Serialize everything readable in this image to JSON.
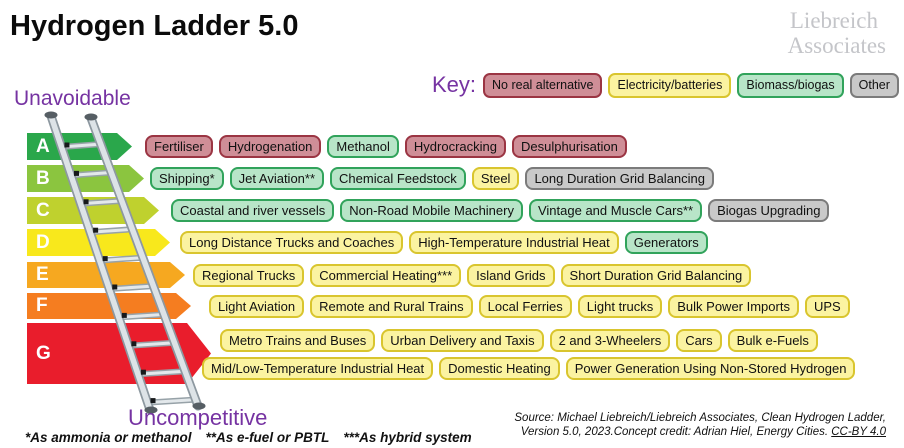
{
  "title": "Hydrogen Ladder 5.0",
  "logo": {
    "line1": "Liebreich",
    "line2": "Associates"
  },
  "key_label": "Key:",
  "colors": {
    "accent_purple": "#7633a2",
    "logo_gray": "#c4c5c9"
  },
  "chart_data": {
    "type": "table",
    "title": "Hydrogen Ladder 5.0",
    "axis": {
      "top_label": "Unavoidable",
      "bottom_label": "Uncompetitive"
    },
    "legend": [
      {
        "label": "No real alternative",
        "category": "no-alternative",
        "color": "#cf8e97",
        "border": "#9b3543"
      },
      {
        "label": "Electricity/batteries",
        "category": "electricity",
        "color": "#fbf3a1",
        "border": "#d9c52e"
      },
      {
        "label": "Biomass/biogas",
        "category": "biomass",
        "color": "#b8e5c8",
        "border": "#31a35b"
      },
      {
        "label": "Other",
        "category": "other",
        "color": "#c9c9c9",
        "border": "#7b7b7b"
      }
    ],
    "rows": [
      {
        "grade": "A",
        "band_color": "#2aa74b",
        "uses": [
          {
            "label": "Fertiliser",
            "category": "no-alternative"
          },
          {
            "label": "Hydrogenation",
            "category": "no-alternative"
          },
          {
            "label": "Methanol",
            "category": "biomass"
          },
          {
            "label": "Hydrocracking",
            "category": "no-alternative"
          },
          {
            "label": "Desulphurisation",
            "category": "no-alternative"
          }
        ]
      },
      {
        "grade": "B",
        "band_color": "#8bc53f",
        "uses": [
          {
            "label": "Shipping*",
            "category": "biomass"
          },
          {
            "label": "Jet Aviation**",
            "category": "biomass"
          },
          {
            "label": "Chemical Feedstock",
            "category": "biomass"
          },
          {
            "label": "Steel",
            "category": "electricity"
          },
          {
            "label": "Long Duration Grid Balancing",
            "category": "other"
          }
        ]
      },
      {
        "grade": "C",
        "band_color": "#bfd12e",
        "uses": [
          {
            "label": "Coastal and river vessels",
            "category": "biomass"
          },
          {
            "label": "Non-Road Mobile Machinery",
            "category": "biomass"
          },
          {
            "label": "Vintage and Muscle Cars**",
            "category": "biomass"
          },
          {
            "label": "Biogas Upgrading",
            "category": "other"
          }
        ]
      },
      {
        "grade": "D",
        "band_color": "#f8e81c",
        "uses": [
          {
            "label": "Long Distance Trucks and Coaches",
            "category": "electricity"
          },
          {
            "label": "High-Temperature Industrial Heat",
            "category": "electricity"
          },
          {
            "label": "Generators",
            "category": "biomass"
          }
        ]
      },
      {
        "grade": "E",
        "band_color": "#f6a820",
        "uses": [
          {
            "label": "Regional Trucks",
            "category": "electricity"
          },
          {
            "label": "Commercial Heating***",
            "category": "electricity"
          },
          {
            "label": "Island Grids",
            "category": "electricity"
          },
          {
            "label": "Short Duration Grid Balancing",
            "category": "electricity"
          }
        ]
      },
      {
        "grade": "F",
        "band_color": "#f57d20",
        "uses": [
          {
            "label": "Light Aviation",
            "category": "electricity"
          },
          {
            "label": "Remote and Rural Trains",
            "category": "electricity"
          },
          {
            "label": "Local Ferries",
            "category": "electricity"
          },
          {
            "label": "Light trucks",
            "category": "electricity"
          },
          {
            "label": "Bulk Power Imports",
            "category": "electricity"
          },
          {
            "label": "UPS",
            "category": "electricity"
          }
        ]
      },
      {
        "grade": "G",
        "band_color": "#e91d2c",
        "uses": [
          {
            "label": "Metro Trains and Buses",
            "category": "electricity"
          },
          {
            "label": "Urban Delivery and Taxis",
            "category": "electricity"
          },
          {
            "label": "2 and 3-Wheelers",
            "category": "electricity"
          },
          {
            "label": "Cars",
            "category": "electricity"
          },
          {
            "label": "Bulk e-Fuels",
            "category": "electricity"
          },
          {
            "label": "Mid/Low-Temperature Industrial Heat",
            "category": "electricity"
          },
          {
            "label": "Domestic Heating",
            "category": "electricity"
          },
          {
            "label": "Power Generation Using Non-Stored Hydrogen",
            "category": "electricity"
          }
        ]
      }
    ]
  },
  "footnotes": [
    "*As ammonia or methanol",
    "**As e-fuel or PBTL",
    "***As hybrid system"
  ],
  "source": {
    "line1": "Source: Michael Liebreich/Liebreich Associates, Clean Hydrogen Ladder,",
    "line2": "Version 5.0, 2023.Concept credit: Adrian Hiel, Energy Cities.",
    "license": "CC-BY 4.0"
  }
}
